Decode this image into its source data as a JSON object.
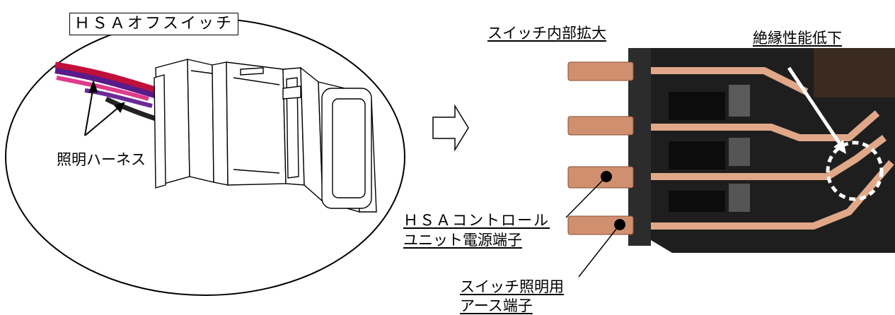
{
  "left_figure": {
    "title": "ＨＳＡオフスイッチ",
    "harness_label": "照明ハーネス"
  },
  "arrow": "⇨",
  "right_figure": {
    "title": "スイッチ内部拡大",
    "insulation_label": "絶縁性能低下",
    "hsa_terminal_line1": "ＨＳＡコントロール",
    "hsa_terminal_line2": "ユニット電源端子",
    "earth_terminal_line1": "スイッチ照明用",
    "earth_terminal_line2": "アース端子"
  }
}
